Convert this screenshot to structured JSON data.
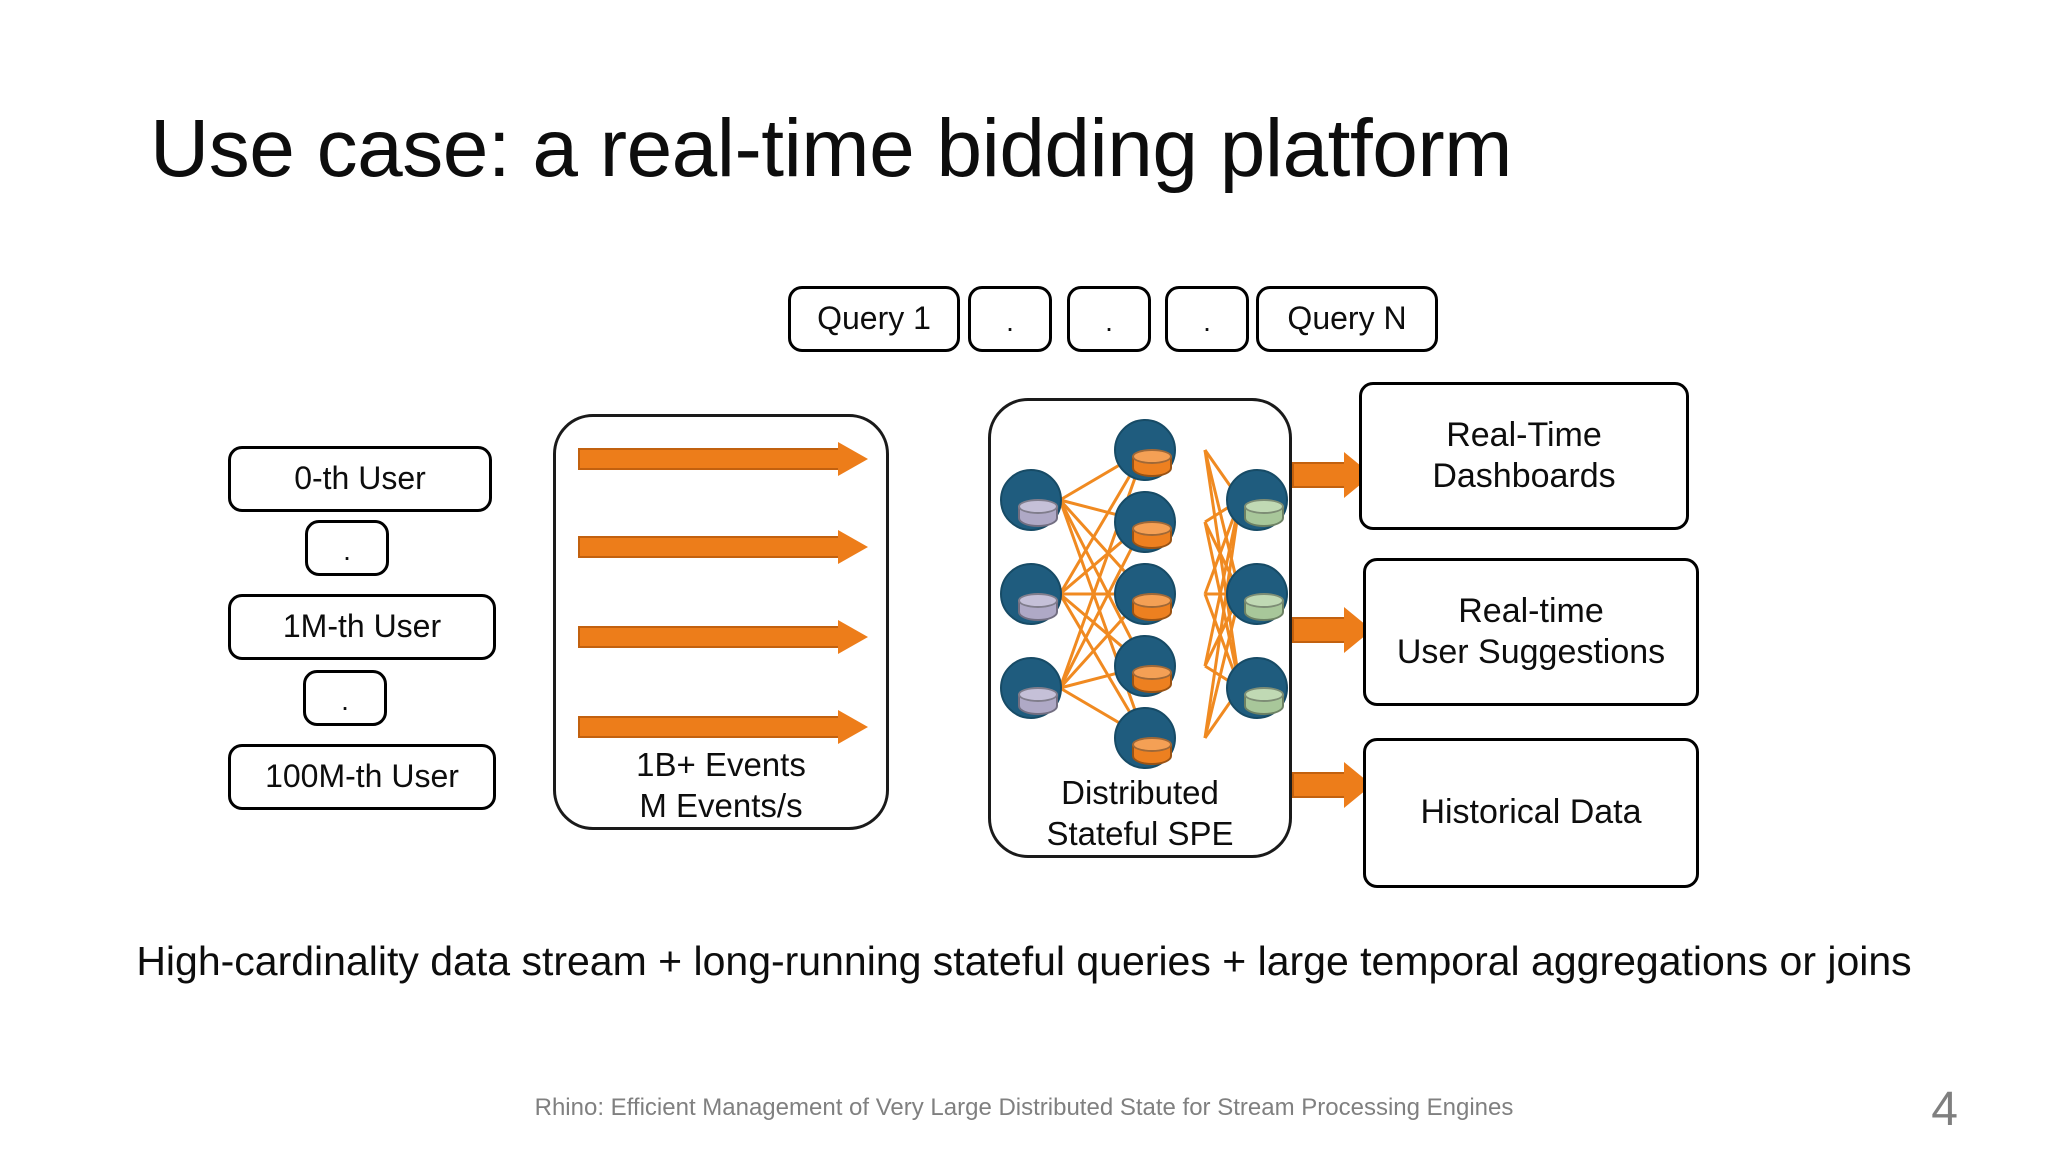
{
  "slide": {
    "title": "Use case: a real-time bidding platform",
    "caption": "High-cardinality data stream + long-running stateful queries + large temporal aggregations or joins",
    "footer_note": "Rhino: Efficient Management of Very Large Distributed State for Stream Processing Engines",
    "page_number": "4"
  },
  "queries": [
    {
      "label": "Query 1"
    },
    {
      "label": "."
    },
    {
      "label": "."
    },
    {
      "label": "."
    },
    {
      "label": "Query N"
    }
  ],
  "users": [
    {
      "label": "0-th User"
    },
    {
      "label": "."
    },
    {
      "label": "1M-th User"
    },
    {
      "label": "."
    },
    {
      "label": "100M-th User"
    }
  ],
  "stream_panel": {
    "label": "1B+ Events\nM Events/s",
    "arrow_count": 4
  },
  "spe_panel": {
    "label": "Distributed\nStateful SPE",
    "layers": [
      {
        "name": "ingest-layer",
        "node_count": 3,
        "state_color": "#AFA9C6",
        "state_kind": "purple"
      },
      {
        "name": "processing-layer",
        "node_count": 5,
        "state_color": "#ED8020",
        "state_kind": "orange"
      },
      {
        "name": "sink-layer",
        "node_count": 3,
        "state_color": "#A8C79A",
        "state_kind": "green"
      }
    ]
  },
  "outputs": [
    {
      "label": "Real-Time\nDashboards"
    },
    {
      "label": "Real-time\nUser Suggestions"
    },
    {
      "label": "Historical Data"
    }
  ],
  "colors": {
    "arrow_orange": "#ED7D1A",
    "arrow_orange_border": "#C2610F",
    "node_teal": "#1F5C7E",
    "outline_black": "#000000",
    "footer_gray": "#808080"
  }
}
